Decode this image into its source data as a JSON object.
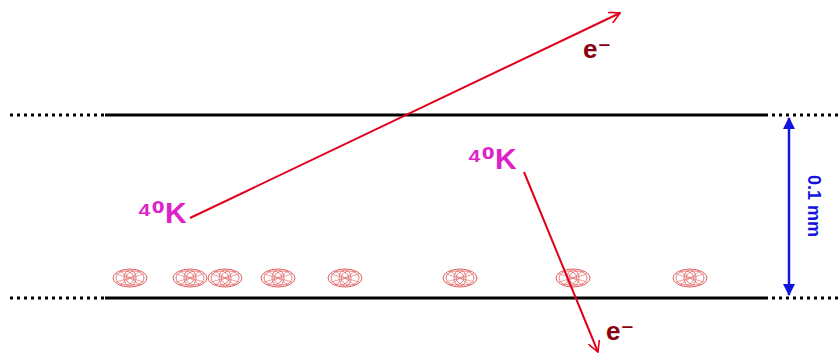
{
  "diagram": {
    "labels": [
      "⁴⁰K",
      "e⁻",
      "⁴⁰K",
      "e⁻",
      "0.1 mm"
    ]
  }
}
